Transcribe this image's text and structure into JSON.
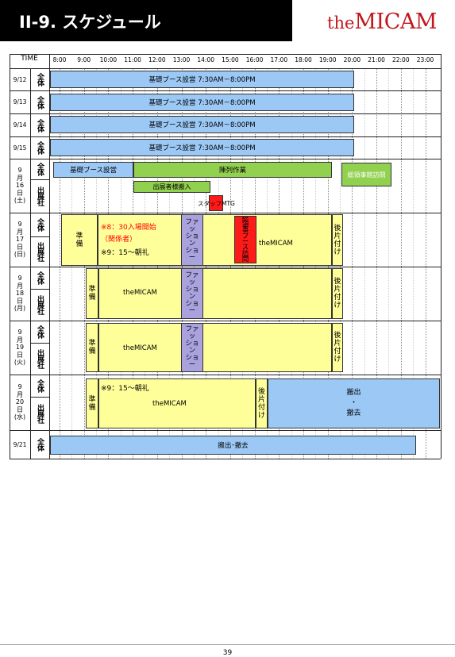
{
  "header": {
    "title": "II-9. スケジュール",
    "logo_the": "the",
    "logo_micam": "MICAM"
  },
  "table": {
    "time_header": "TIME",
    "hours": [
      "8:00",
      "9:00",
      "10:00",
      "11:00",
      "12:00",
      "13:00",
      "14:00",
      "15:00",
      "16:00",
      "17:00",
      "18:00",
      "19:00",
      "20:00",
      "21:00",
      "22:00",
      "23:00"
    ],
    "category_all": "全体",
    "category_exhibitor": "出展社",
    "dates": {
      "d912": "9/12",
      "d913": "9/13",
      "d914": "9/14",
      "d915": "9/15",
      "d916": [
        "9",
        "月",
        "16",
        "日",
        "(土)"
      ],
      "d917": [
        "9",
        "月",
        "17",
        "日",
        "(日)"
      ],
      "d918": [
        "9",
        "月",
        "18",
        "日",
        "(月)"
      ],
      "d919": [
        "9",
        "月",
        "19",
        "日",
        "(火)"
      ],
      "d920": [
        "9",
        "月",
        "20",
        "日",
        "(水)"
      ],
      "d921": "9/21"
    }
  },
  "events": {
    "booth_setup": "基礎ブース設営 7:30AM－8:00PM",
    "booth_setup_short": "基礎ブース設営",
    "display_work": "陳列作業",
    "consulate_visit": "総領事館訪問",
    "exhibitor_move_in": "出展者様搬入",
    "staff_mtg": "スタッフMTG",
    "prep": [
      "準",
      "備"
    ],
    "note_entry": "※8：30入場開始",
    "note_staff": "（関係者）",
    "note_assembly": "※9：15～朝礼",
    "fashion_show": [
      "ファ",
      "ッ",
      "ショ",
      "ン",
      "ショ",
      "ー"
    ],
    "consul_booth_visit": [
      "総",
      "領",
      "事",
      "ブ",
      "ー",
      "ス",
      "訪",
      "問"
    ],
    "themicam": "theMICAM",
    "cleanup": [
      "後",
      "片",
      "付",
      "け"
    ],
    "carry_out_1": "搬出",
    "carry_out_dot": "・",
    "carry_out_2": "撤去",
    "carry_out_all": "搬出･撤去"
  },
  "footer": {
    "page_number": "39"
  },
  "colors": {
    "blue": "#9cc8f5",
    "yellow": "#ffff99",
    "green": "#92d050",
    "purple": "#a9a2de",
    "red": "#ff1a1a"
  }
}
